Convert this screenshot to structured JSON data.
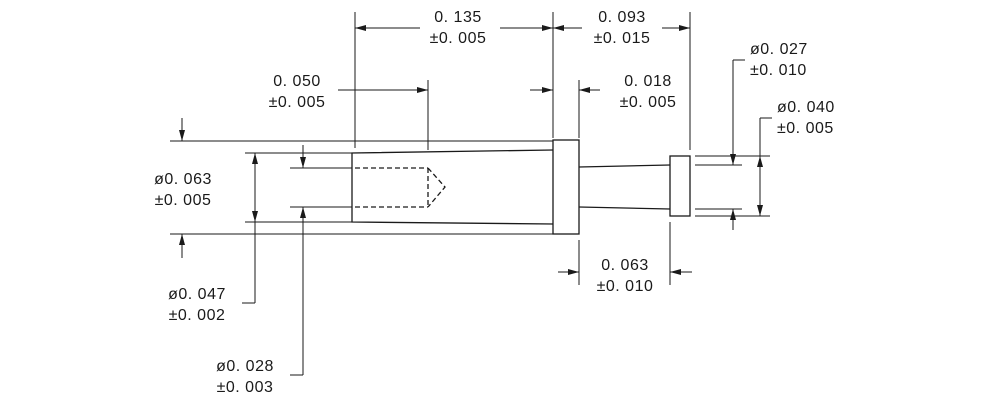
{
  "dimensions": {
    "length_body": {
      "value": "0. 135",
      "tol": "±0. 005"
    },
    "length_tip": {
      "value": "0. 093",
      "tol": "±0. 015"
    },
    "bore_depth": {
      "value": "0. 050",
      "tol": "±0. 005"
    },
    "collar_width": {
      "value": "0. 018",
      "tol": "±0. 005"
    },
    "tip_diameter": {
      "value": "ø0. 027",
      "tol": "±0. 010"
    },
    "end_cap_diameter": {
      "value": "ø0. 040",
      "tol": "±0. 005"
    },
    "body_diameter": {
      "value": "ø0. 063",
      "tol": "±0. 005"
    },
    "tip_length": {
      "value": "0. 063",
      "tol": "±0. 010"
    },
    "inner_diameter": {
      "value": "ø0. 047",
      "tol": "±0. 002"
    },
    "bore_diameter": {
      "value": "ø0. 028",
      "tol": "±0. 003"
    }
  }
}
